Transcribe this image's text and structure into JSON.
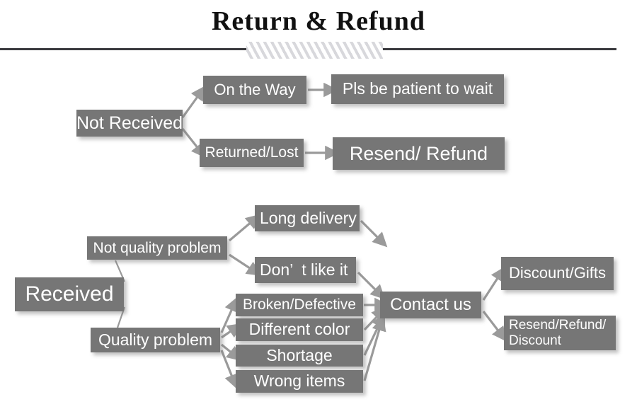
{
  "page": {
    "title": "Return & Refund",
    "background_color": "#ffffff",
    "box_color": "#767676",
    "box_text_color": "#ffffff",
    "arrow_color": "#9a9a9a",
    "rule_color": "#3a3a3e",
    "hatch_color": "#d8d8dc"
  },
  "flow": {
    "not_received": {
      "root": "Not Received",
      "branch_on_the_way": "On the Way",
      "branch_on_the_way_result": "Pls be patient to wait",
      "branch_returned_lost": "Returned/Lost",
      "branch_returned_lost_result": "Resend/ Refund"
    },
    "received": {
      "root": "Received",
      "not_quality_problem": "Not quality problem",
      "quality_problem": "Quality problem",
      "not_quality_reasons": [
        "Long delivery",
        "Don’  t like it"
      ],
      "quality_reasons": [
        "Broken/Defective",
        "Different color",
        "Shortage",
        "Wrong items"
      ],
      "contact": "Contact us",
      "outcomes": [
        "Discount/Gifts",
        "Resend/Refund/\nDiscount"
      ]
    }
  }
}
